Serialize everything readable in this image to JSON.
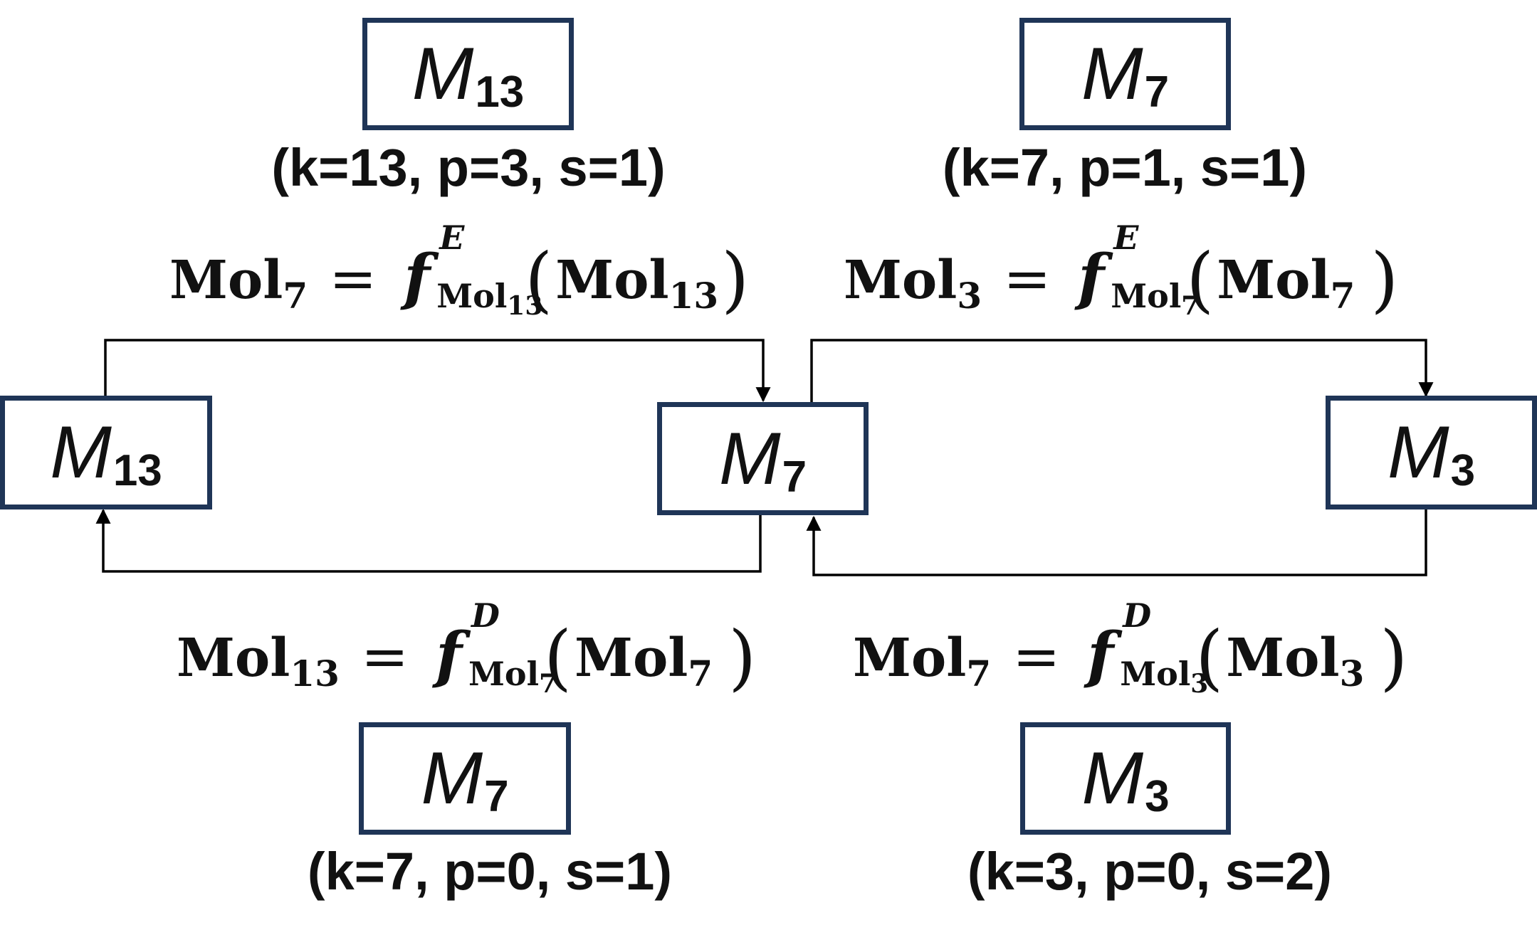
{
  "legend_boxes": {
    "top_left": {
      "label": "M",
      "sub": "13",
      "params": "(k=13, p=3, s=1)"
    },
    "top_right": {
      "label": "M",
      "sub": "7",
      "params": "(k=7, p=1, s=1)"
    },
    "bottom_left": {
      "label": "M",
      "sub": "7",
      "params": "(k=7, p=0, s=1)"
    },
    "bottom_right": {
      "label": "M",
      "sub": "3",
      "params": "(k=3, p=0, s=2)"
    }
  },
  "modules": {
    "left": {
      "label": "M",
      "sub": "13"
    },
    "center": {
      "label": "M",
      "sub": "7"
    },
    "right": {
      "label": "M",
      "sub": "3"
    }
  },
  "equations": {
    "encode_13_to_7": {
      "lhs": "Mol",
      "lhs_sub": "7",
      "equals": "=",
      "f": "f",
      "type": "E",
      "fsub": "Mol",
      "fsub_sub": "13",
      "arg": "Mol",
      "arg_sub": "13"
    },
    "encode_7_to_3": {
      "lhs": "Mol",
      "lhs_sub": "3",
      "equals": "=",
      "f": "f",
      "type": "E",
      "fsub": "Mol",
      "fsub_sub": "7",
      "arg": "Mol",
      "arg_sub": "7"
    },
    "decode_7_to_13": {
      "lhs": "Mol",
      "lhs_sub": "13",
      "equals": "=",
      "f": "f",
      "type": "D",
      "fsub": "Mol",
      "fsub_sub": "7",
      "arg": "Mol",
      "arg_sub": "7"
    },
    "decode_3_to_7": {
      "lhs": "Mol",
      "lhs_sub": "7",
      "equals": "=",
      "f": "f",
      "type": "D",
      "fsub": "Mol",
      "fsub_sub": "3",
      "arg": "Mol",
      "arg_sub": "3"
    }
  },
  "colors": {
    "box_border": "#1f3557",
    "arrow": "#000000",
    "text": "#111111"
  }
}
